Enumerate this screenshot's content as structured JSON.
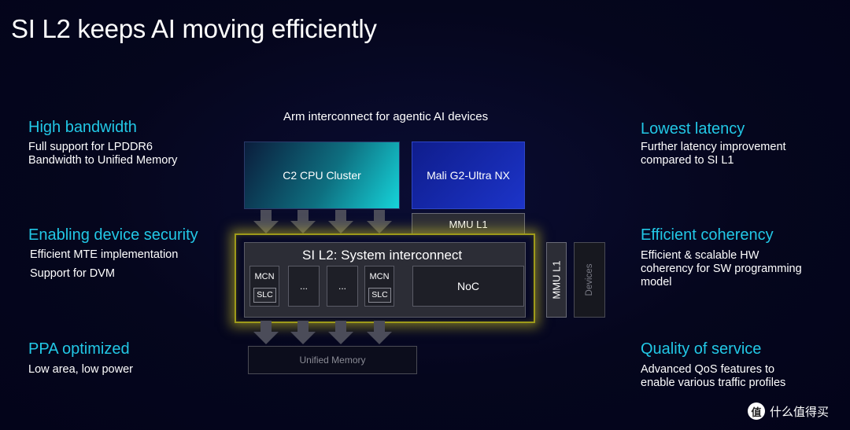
{
  "title": "SI L2 keeps AI moving efficiently",
  "left_features": [
    {
      "heading": "High bandwidth",
      "lines": [
        "Full support for LPDDR6",
        "Bandwidth to Unified Memory"
      ]
    },
    {
      "heading": "Enabling device security",
      "lines": [
        "Efficient MTE implementation",
        "Support for DVM"
      ]
    },
    {
      "heading": "PPA optimized",
      "lines": [
        "Low area, low power"
      ]
    }
  ],
  "right_features": [
    {
      "heading": "Lowest latency",
      "lines": [
        "Further latency improvement",
        "compared to SI L1"
      ]
    },
    {
      "heading": "Efficient coherency",
      "lines": [
        "Efficient & scalable HW",
        "coherency for SW programming",
        "model"
      ]
    },
    {
      "heading": "Quality of service",
      "lines": [
        "Advanced QoS features to",
        "enable various traffic profiles"
      ]
    }
  ],
  "diagram": {
    "header": "Arm interconnect for agentic AI devices",
    "cpu": "C2 CPU Cluster",
    "gpu": "Mali G2-Ultra NX",
    "mmu": "MMU L1",
    "si_label": "SI L2: System interconnect",
    "mcn": "MCN",
    "slc": "SLC",
    "dots": "...",
    "noc": "NoC",
    "mmu_vertical": "MMU L1",
    "devices": "Devices",
    "unified_memory": "Unified Memory"
  },
  "colors": {
    "accent": "#22c8e6",
    "glow": "#c8be28",
    "background": "#05061d"
  },
  "watermark": {
    "logo": "值",
    "text": "什么值得买"
  }
}
